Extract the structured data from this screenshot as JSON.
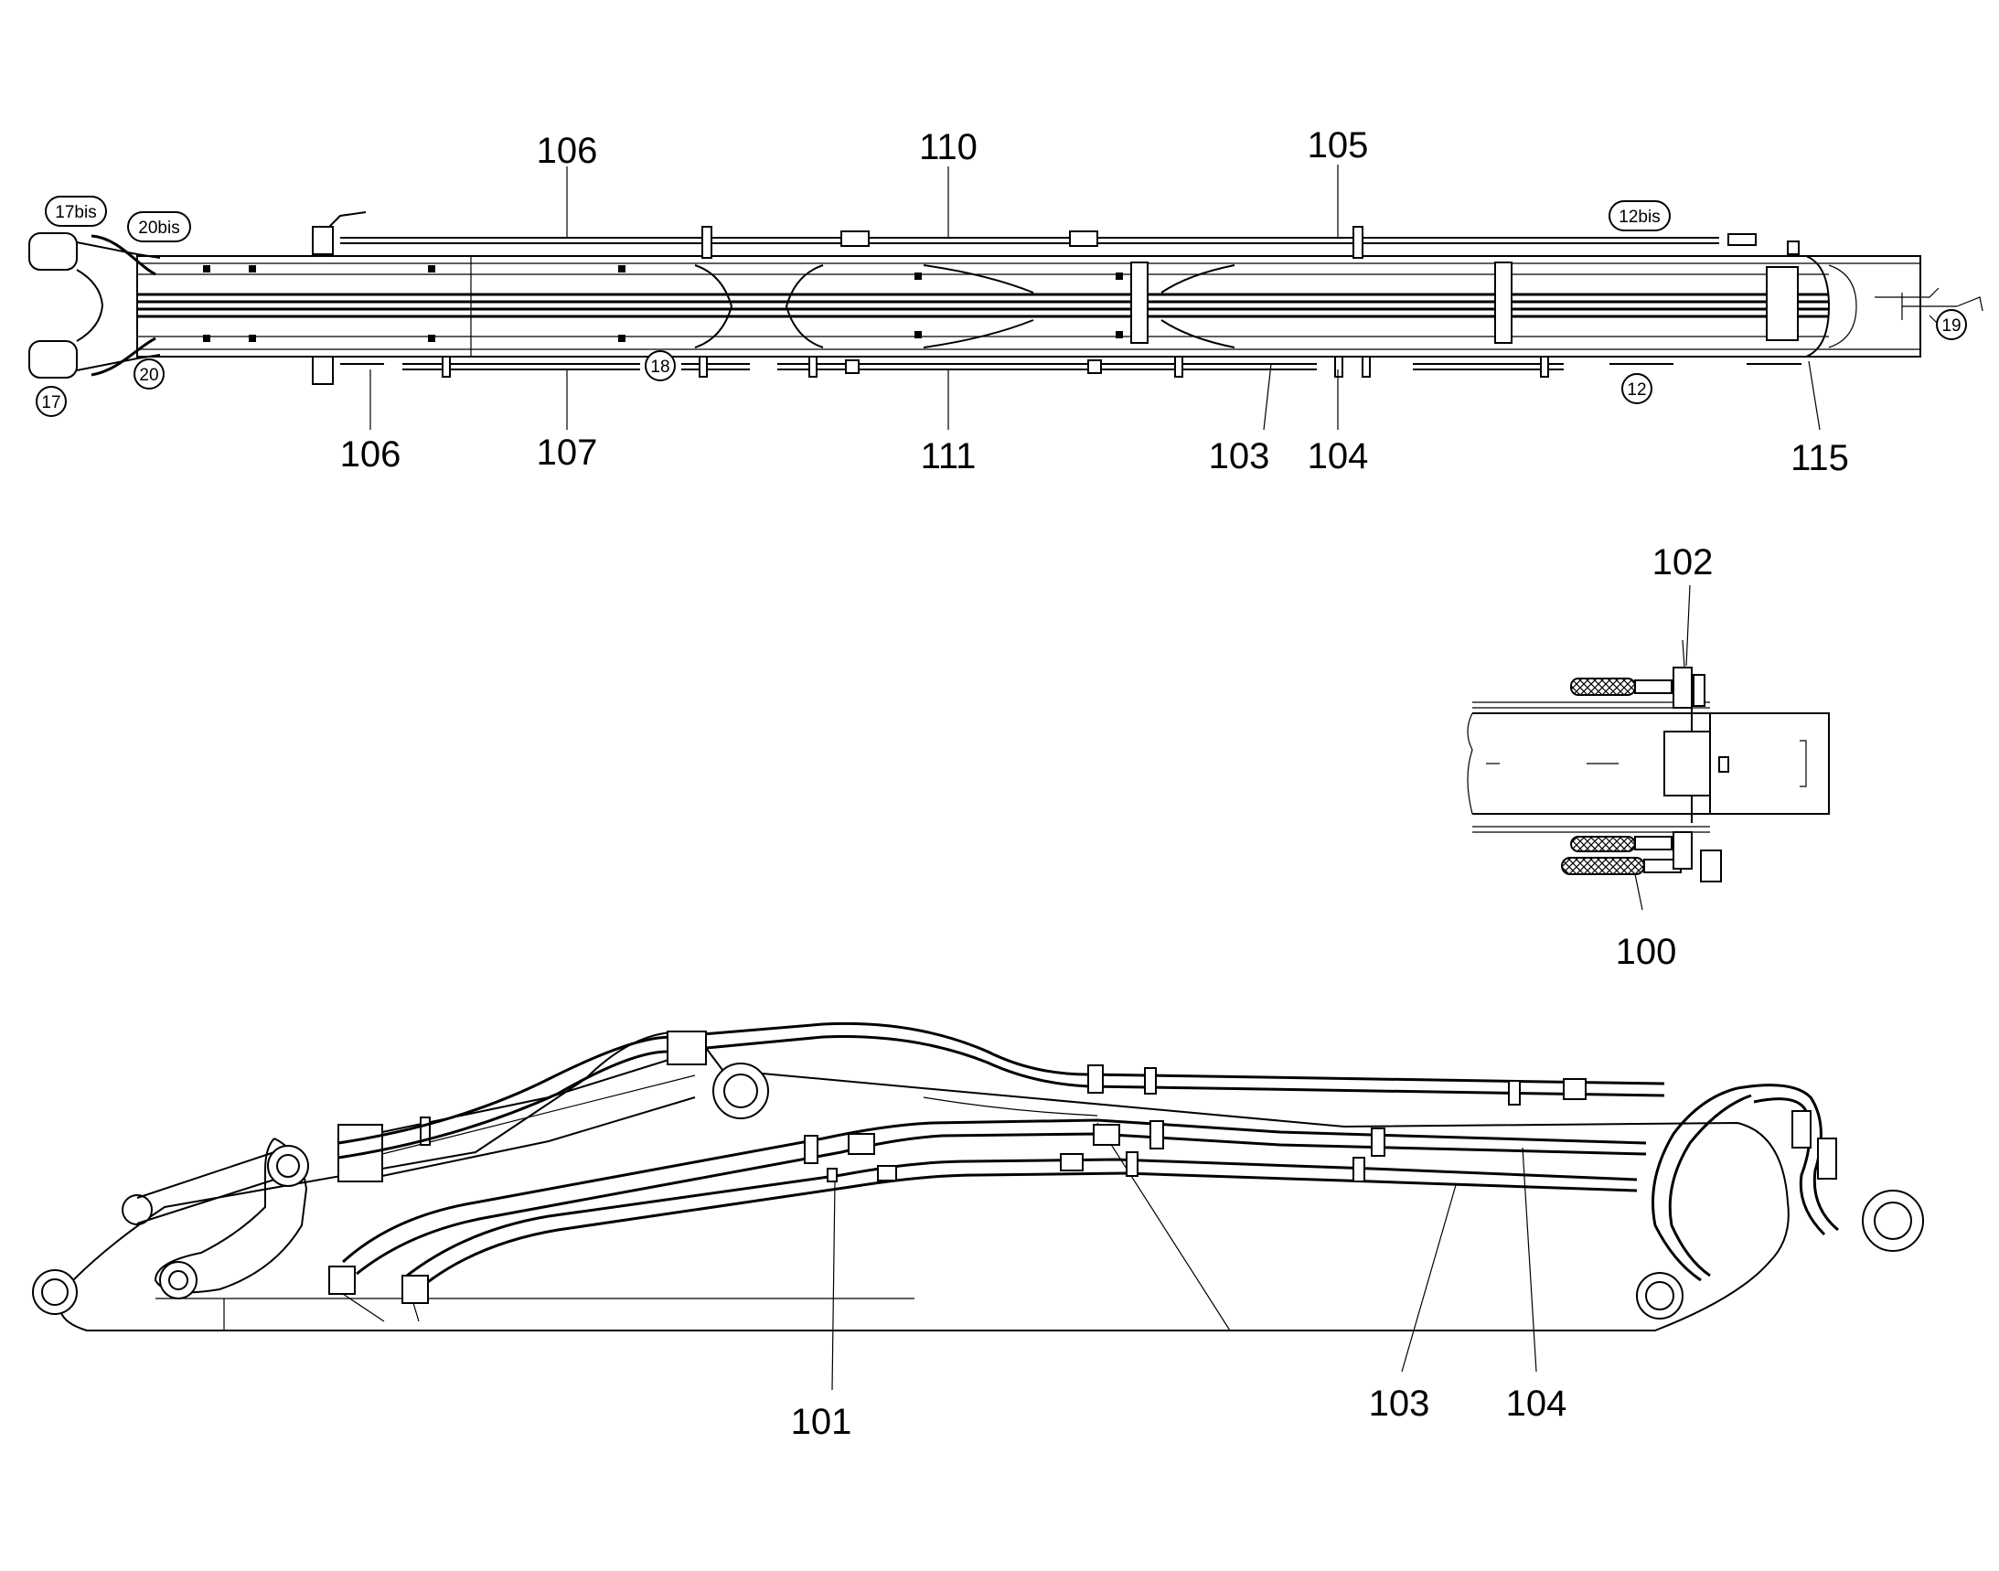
{
  "top_view": {
    "labels": {
      "p106_top": "106",
      "p110": "110",
      "p105": "105",
      "p106_bottom": "106",
      "p107": "107",
      "p111": "111",
      "p103": "103",
      "p104": "104",
      "p115": "115"
    },
    "circled": {
      "c17bis": "17bis",
      "c20bis": "20bis",
      "c20": "20",
      "c17": "17",
      "c18": "18",
      "c12bis": "12bis",
      "c12": "12",
      "c19": "19"
    }
  },
  "detail_view": {
    "labels": {
      "p102": "102",
      "p100": "100"
    }
  },
  "side_view": {
    "labels": {
      "p101": "101",
      "p103": "103",
      "p104": "104"
    }
  }
}
